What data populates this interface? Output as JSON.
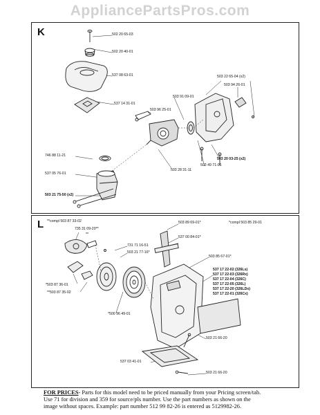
{
  "watermark": "AppliancePartsPros.com",
  "panel_k": {
    "letter": "K",
    "labels": [
      "502 20 65-03",
      "502 20 40-01",
      "537 08 63-01",
      "537 14 31-01",
      "503 96 25-01",
      "503 91 09-01",
      "503 22 65-04 (x2)",
      "503 94 26-01",
      "746 88 11-21",
      "537 05 76-01",
      "503 28 31-11",
      "503 49 71-01",
      "503 20 03-25 (x2)",
      "503 21 75-50 (x2)"
    ]
  },
  "panel_l": {
    "letter": "L",
    "labels": [
      "**compl 503 87 33-02",
      "735 31 09-20**",
      "**",
      "731 71 16-51",
      "503 21 77-16*",
      "*503 87 36-01",
      "**503 87 35-02",
      "*500 96 49-01",
      "503 89 69-01*",
      "537 00 84-01*",
      "503 85 67-01*",
      "*compl 503 85 29-01",
      "537 17 22-02 (326Ls)",
      "537 17 22-03 (326Rx)",
      "537 17 22-04 (326C)",
      "537 17 22-05 (326L)",
      "537 17 22-20 (326LDx)",
      "537 17 22-01 (326Cx)",
      "503 21 66-20",
      "537 03 41-01",
      "503 21 66-20"
    ]
  },
  "footer": {
    "heading": "FOR PRICES",
    "line1": "- Parts for this model need to be priced manually from your Pricing screen/tab.",
    "line2": "Use 71 for division and 359 for source/pls number.  Use the part numbers as shown on the",
    "line3": "image without spaces.  Example: part number 512 99 82-26 is entered as 5129982-26."
  },
  "colors": {
    "line": "#222222",
    "watermark": "#d2d2d2"
  }
}
